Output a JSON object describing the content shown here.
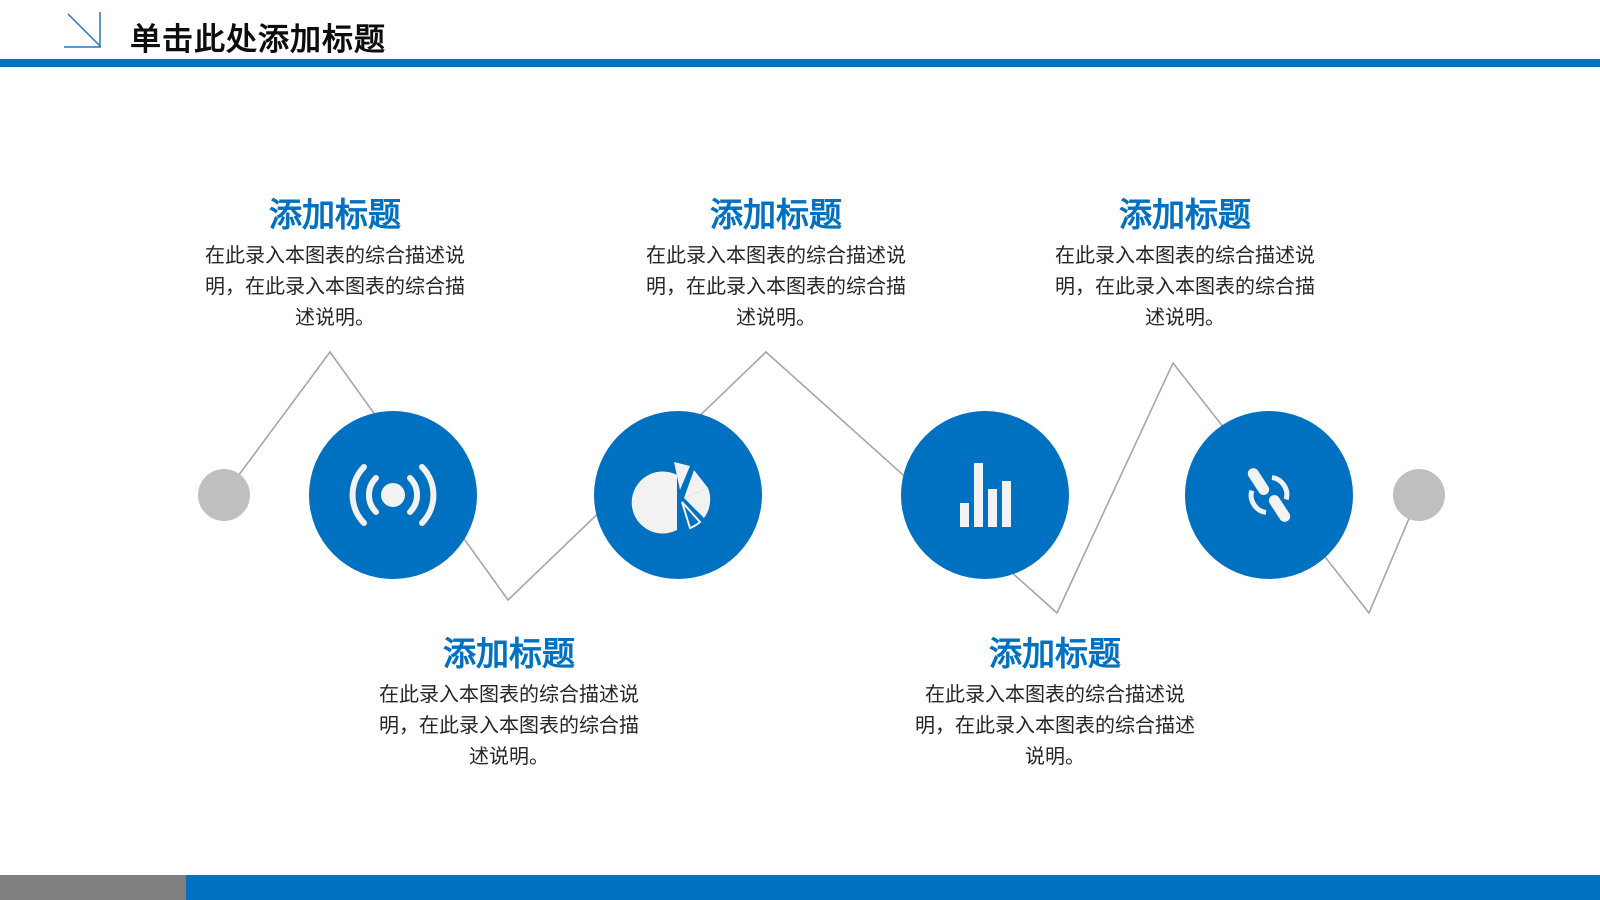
{
  "header": {
    "title": "单击此处添加标题",
    "accent_color": "#0070c0"
  },
  "blocks": [
    {
      "title": "添加标题",
      "desc": "在此录入本图表的综合描述说明，在此录入本图表的综合描述说明。",
      "position": "top"
    },
    {
      "title": "添加标题",
      "desc": "在此录入本图表的综合描述说明，在此录入本图表的综合描述说明。",
      "position": "bottom"
    },
    {
      "title": "添加标题",
      "desc": "在此录入本图表的综合描述说明，在此录入本图表的综合描述说明。",
      "position": "top"
    },
    {
      "title": "添加标题",
      "desc": "在此录入本图表的综合描述说明，在此录入本图表的综合描述说明。",
      "position": "bottom"
    },
    {
      "title": "添加标题",
      "desc": "在此录入本图表的综合描述说明，在此录入本图表的综合描述说明。",
      "position": "top"
    }
  ],
  "steps": [
    {
      "icon": "broadcast-icon"
    },
    {
      "icon": "pie-chart-icon"
    },
    {
      "icon": "bar-chart-icon"
    },
    {
      "icon": "link-icon"
    }
  ],
  "colors": {
    "primary": "#0070c0",
    "connector": "#a6a6a6",
    "endpoint": "#bfbfbf",
    "footer_gray": "#7f7f7f"
  }
}
